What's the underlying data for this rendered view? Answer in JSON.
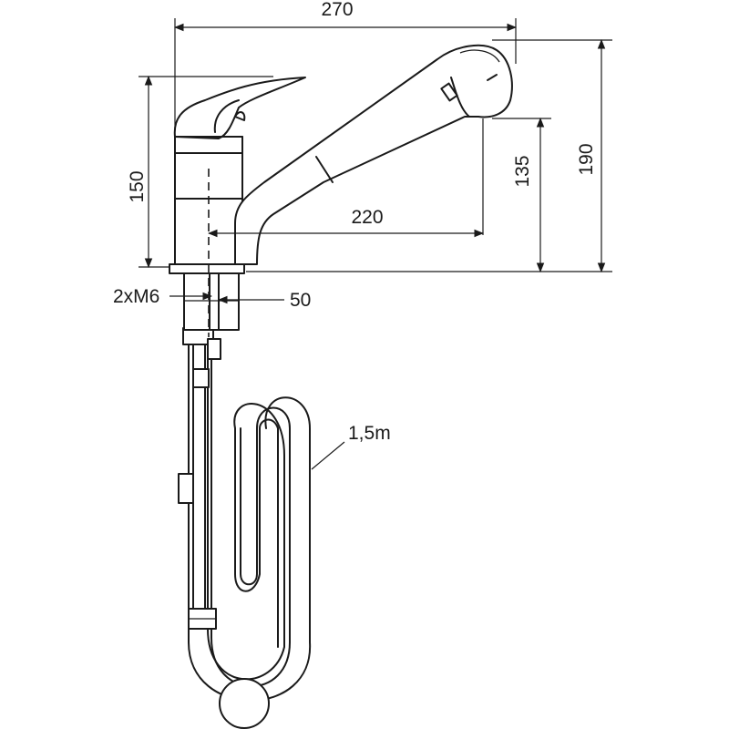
{
  "dimensions": {
    "total_width": "270",
    "spout_reach": "220",
    "body_height": "150",
    "spout_outlet_height": "135",
    "total_height": "190",
    "mounting_studs": "2xM6",
    "mounting_offset": "50",
    "hose_length": "1,5m"
  },
  "colors": {
    "line": "#1a1a1a",
    "background": "#ffffff"
  }
}
